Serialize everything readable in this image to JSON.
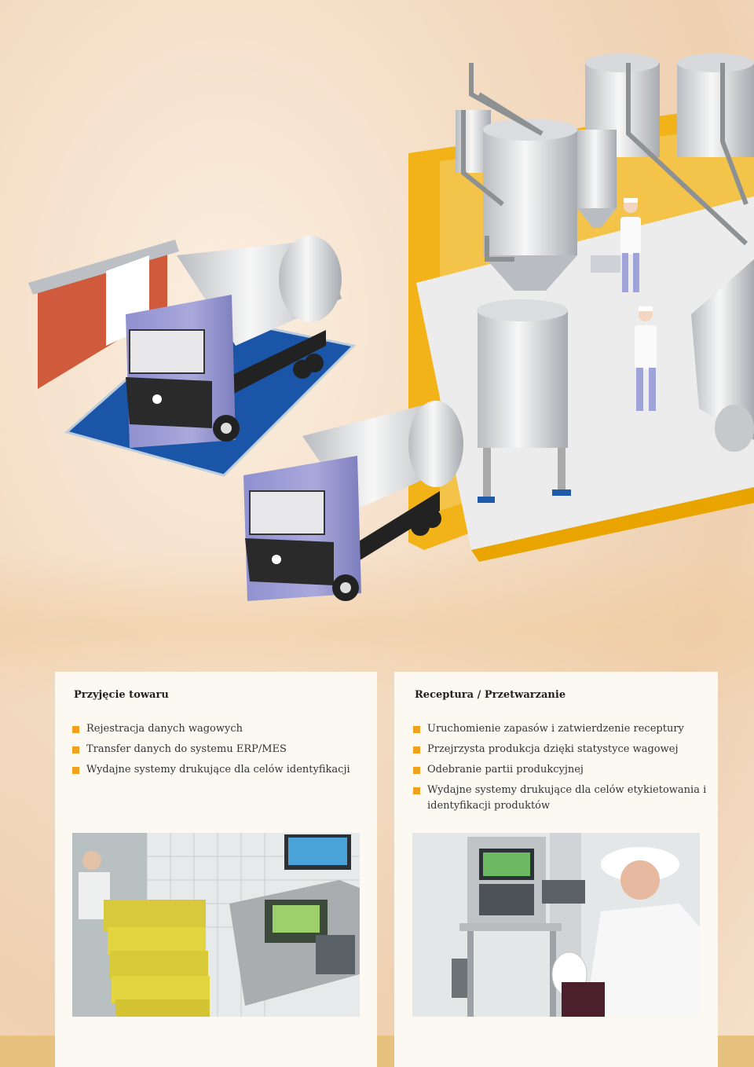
{
  "left_panel": {
    "title": "Przyjęcie towaru",
    "items": [
      "Rejestracja danych wagowych",
      "Transfer danych do systemu ERP/MES",
      "Wydajne systemy drukujące dla celów identyfikacji"
    ]
  },
  "right_panel": {
    "title": "Receptura / Przetwarzanie",
    "items": [
      "Uruchomienie zapasów i zatwierdzenie receptury",
      "Przejrzysta produkcja dzięki statystyce wagowej",
      "Odebranie partii produkcyjnej",
      "Wydajne systemy drukujące dla celów etykietowania i identyfikacji produktów"
    ]
  },
  "colors": {
    "bullet": "#f0a21e",
    "truck_cab": "#9fa0d6",
    "platform": "#f0a800",
    "weighbridge": "#1a55a8"
  }
}
